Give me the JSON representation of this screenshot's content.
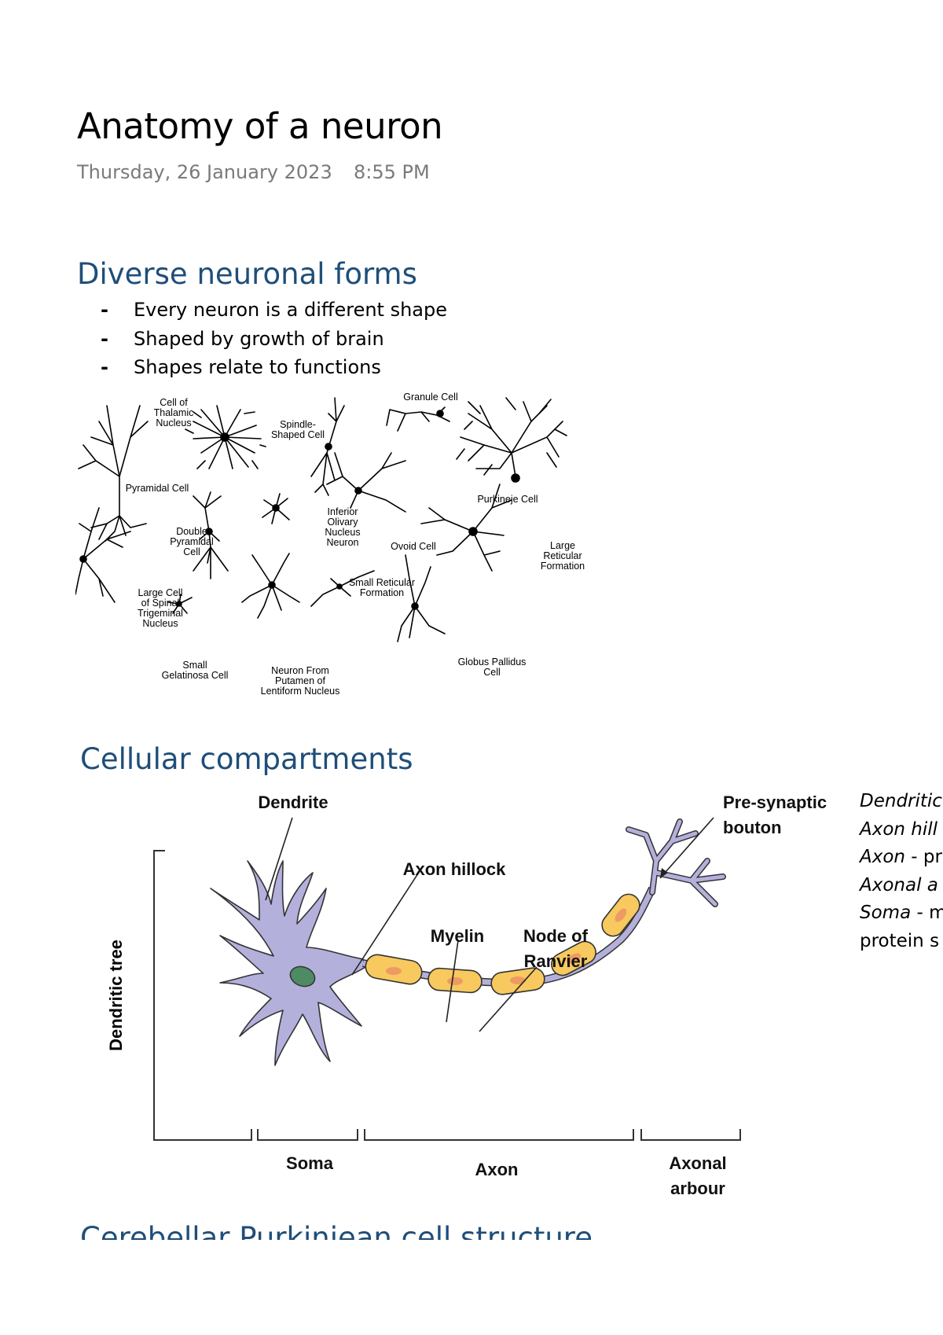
{
  "page": {
    "title": "Anatomy of a neuron",
    "date": "Thursday, 26 January 2023",
    "time": "8:55 PM"
  },
  "section1": {
    "heading": "Diverse neuronal forms",
    "bullets": [
      "Every neuron is a different shape",
      "Shaped by growth of brain",
      "Shapes relate to functions"
    ],
    "figure_labels": {
      "thalamic": [
        "Cell of",
        "Thalamic",
        "Nucleus"
      ],
      "spindle": [
        "Spindle-",
        "Shaped Cell"
      ],
      "granule": [
        "Granule Cell"
      ],
      "pyramidal": [
        "Pyramidal Cell"
      ],
      "purkinje": [
        "Purkineje Cell"
      ],
      "double_pyramidal": [
        "Double",
        "Pyramidal",
        "Cell"
      ],
      "inferior_olivary": [
        "Inferior",
        "Olivary",
        "Nucleus",
        "Neuron"
      ],
      "ovoid": [
        "Ovoid Cell"
      ],
      "large_reticular": [
        "Large",
        "Reticular",
        "Formation"
      ],
      "small_reticular": [
        "Small Reticular",
        "Formation"
      ],
      "large_cell_spinal": [
        "Large Cell",
        "of Spinal",
        "Trigeminal",
        "Nucleus"
      ],
      "small_gelatinosa": [
        "Small",
        "Gelatinosa Cell"
      ],
      "putamen": [
        "Neuron From",
        "Putamen of",
        "Lentiform Nucleus"
      ],
      "globus_pallidus": [
        "Globus Pallidus",
        "Cell"
      ]
    }
  },
  "section2": {
    "heading": "Cellular compartments",
    "diagram_labels": {
      "dendrite": "Dendrite",
      "presynaptic": [
        "Pre-synaptic",
        "bouton"
      ],
      "axon_hillock": "Axon hillock",
      "myelin": "Myelin",
      "node": [
        "Node of",
        "Ranvier"
      ],
      "dendritic_tree": "Dendritic tree",
      "soma": "Soma",
      "axon": "Axon",
      "axonal_arbour": [
        "Axonal",
        "arbour"
      ]
    },
    "side_notes": [
      {
        "italic": "Dendritic",
        "rest": ""
      },
      {
        "italic": "Axon hill",
        "rest": ""
      },
      {
        "italic": "Axon",
        "rest": " - pr"
      },
      {
        "italic": "Axonal a",
        "rest": ""
      },
      {
        "italic": "Soma",
        "rest": " - m"
      },
      {
        "italic": "",
        "rest": "protein s"
      }
    ]
  },
  "section3": {
    "heading": "Cerebellar Purkiniean cell structure"
  },
  "colors": {
    "heading": "#1f4e79",
    "meta": "#7a7a7a",
    "neuron_fill": "#b4b0dc",
    "myelin_fill": "#f7c95e",
    "myelin_core": "#ee9a63",
    "nucleus_fill": "#4e8a64"
  }
}
